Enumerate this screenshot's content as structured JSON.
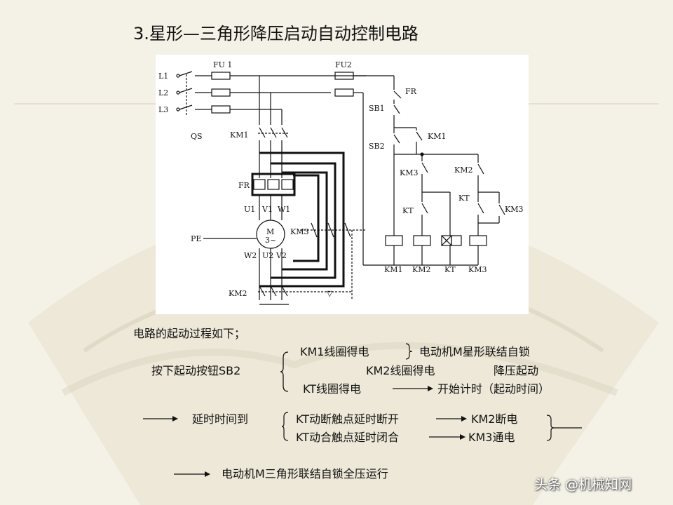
{
  "title": "3.星形—三角形降压启动自动控制电路",
  "diagram_labels": {
    "l1": "L1",
    "l2": "L2",
    "l3": "L3",
    "qs": "QS",
    "fu1": "FU 1",
    "fu2": "FU2",
    "km1_main": "KM1",
    "fr": "FR",
    "u1": "U1",
    "v1": "V1",
    "w1": "W1",
    "pe": "PE",
    "motor_m": "M",
    "motor_3": "3~",
    "km3_main": "KM3",
    "w2": "W2",
    "u2": "U2",
    "v2": "V2",
    "km2_main": "KM2",
    "triangle_mark": "▽",
    "fr_ctrl": "FR",
    "sb1": "SB1",
    "sb2": "SB2",
    "km1_aux": "KM1",
    "km3_nc": "KM3",
    "km2_nc": "KM2",
    "kt_nc": "KT",
    "kt_no": "KT",
    "km3_aux": "KM3",
    "coil_km1": "KM1",
    "coil_km2": "KM2",
    "coil_kt": "KT",
    "coil_km3": "KM3"
  },
  "text": {
    "process_heading": "电路的起动过程如下；",
    "press_sb2": "按下起动按钮SB2",
    "km1_coil": "KM1线圈得电",
    "motor_star": "电动机M星形联结自锁",
    "km2_coil": "KM2线圈得电",
    "reduced_start": "降压起动",
    "kt_coil": "KT线圈得电",
    "start_timing": "开始计时（起动时间）",
    "delay_reached": "延时时间到",
    "kt_nc_open": "KT动断触点延时断开",
    "km2_off": "KM2断电",
    "kt_no_close": "KT动合触点延时闭合",
    "km3_on": "KM3通电",
    "delta_run": "电动机M三角形联结自锁全压运行"
  },
  "watermark": "头条 @机械知网"
}
